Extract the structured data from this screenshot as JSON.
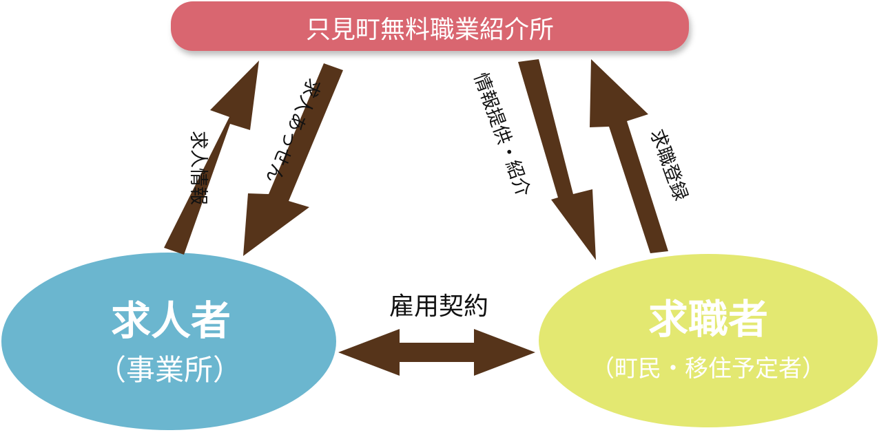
{
  "office": {
    "label": "只見町無料職業紹介所"
  },
  "employer": {
    "title": "求人者",
    "subtitle": "（事業所）"
  },
  "seeker": {
    "title": "求職者",
    "subtitle": "（町民・移住予定者）"
  },
  "edges": {
    "job_info": "求人情報",
    "job_placement": "求人あっせん",
    "info_intro": "情報提供・紹介",
    "job_registration": "求職登録",
    "employment_contract": "雇用契約"
  },
  "colors": {
    "office_fill": "#d9666f",
    "employer_fill": "#6bb6cf",
    "seeker_fill": "#e3e871",
    "arrow": "#56341a",
    "text_dark": "#111111",
    "text_light": "#ffffff"
  }
}
